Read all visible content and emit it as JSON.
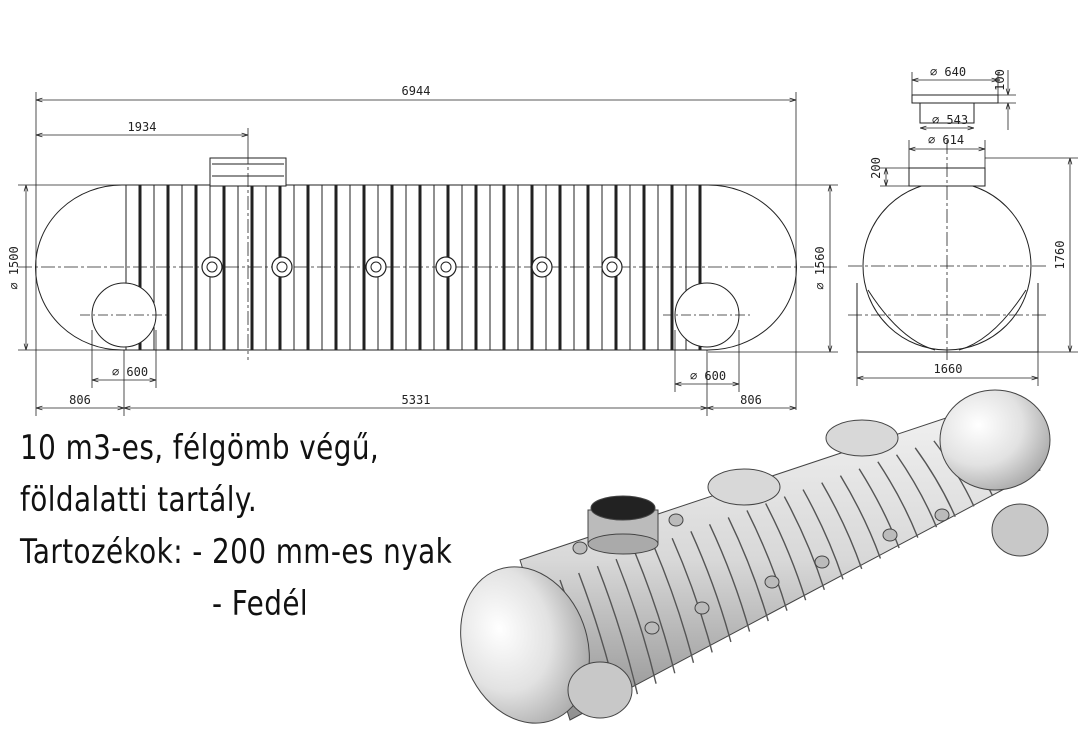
{
  "dimensions": {
    "overall_length": "6944",
    "dome_to_neck": "1934",
    "diameter_1500": "∅ 1500",
    "diameter_1560": "∅ 1560",
    "pipe_left": "∅ 600",
    "pipe_right": "∅ 600",
    "end_left": "806",
    "body_length": "5331",
    "end_right": "806",
    "lid_640": "∅ 640",
    "lid_height": "100",
    "lid_543": "∅ 543",
    "neck_614": "∅ 614",
    "neck_height": "200",
    "total_height": "1760",
    "base_width": "1660"
  },
  "description": {
    "line1": "10 m3-es, félgömb végű,",
    "line2": "földalatti tartály.",
    "line3a": "Tartozékok:",
    "line3b": "- 200 mm-es nyak",
    "line4": "- Fedél"
  }
}
